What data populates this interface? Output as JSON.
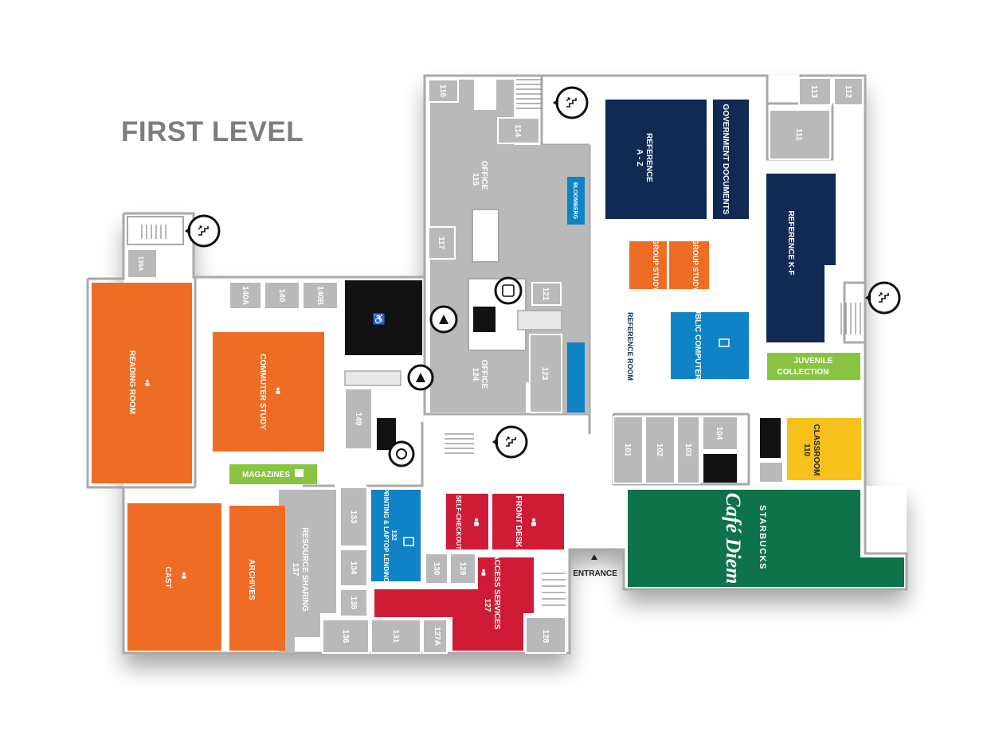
{
  "map": {
    "title": "FIRST LEVEL",
    "colors": {
      "orange": "#ee6c23",
      "navy": "#102a54",
      "blue": "#0f83c5",
      "red": "#d01b36",
      "green_cafe": "#0e724b",
      "lime": "#88c43f",
      "yellow": "#f6c11a",
      "black": "#121212",
      "room_gray": "#b9b9b9",
      "wall": "#a9a9a9"
    },
    "rooms": {
      "reading_room": "READING ROOM",
      "commuter_study": "COMMUTER STUDY",
      "magazines": "MAGAZINES",
      "cast": "CAST",
      "archives": "ARCHIVES",
      "resource_sharing": "RESOURCE SHARING",
      "resource_sharing_num": "137",
      "printing_laptop": "PRINTING & LAPTOP LENDING",
      "printing_laptop_num": "132",
      "self_checkout": "SELF-CHECKOUT",
      "front_desk": "FRONT DESK",
      "access_services": "ACCESS SERVICES",
      "access_services_num": "127",
      "office_115": "OFFICE",
      "office_115_num": "115",
      "office_124": "OFFICE",
      "office_124_num": "124",
      "bloomberg": "BLOOMBERG",
      "reference_az": "REFERENCE",
      "reference_az_sub": "A - Z",
      "government_documents": "GOVERNMENT DOCUMENTS",
      "reference_kf": "REFERENCE K-F",
      "group_study": "GROUP STUDY",
      "public_computers": "PUBLIC COMPUTERS",
      "reference_room": "REFERENCE ROOM",
      "juvenile_collection_1": "JUVENILE",
      "juvenile_collection_2": "COLLECTION",
      "classroom": "CLASSROOM",
      "classroom_num": "110",
      "cafe_brand": "STARBUCKS",
      "cafe_name": "Café Diem",
      "entrance": "ENTRANCE"
    },
    "room_numbers": {
      "r139a": "139A",
      "r140a": "140A",
      "r140": "140",
      "r140b": "140B",
      "r116": "116",
      "r114": "114",
      "r117": "117",
      "r121": "121",
      "r123": "123",
      "r149": "149",
      "r133": "133",
      "r134": "134",
      "r135": "135",
      "r136": "136",
      "r131": "131",
      "r130": "130",
      "r129": "129",
      "r127a": "127A",
      "r128": "128",
      "r101": "101",
      "r102": "102",
      "r103": "103",
      "r104": "104",
      "r111": "111",
      "r112": "112",
      "r113": "113"
    }
  }
}
